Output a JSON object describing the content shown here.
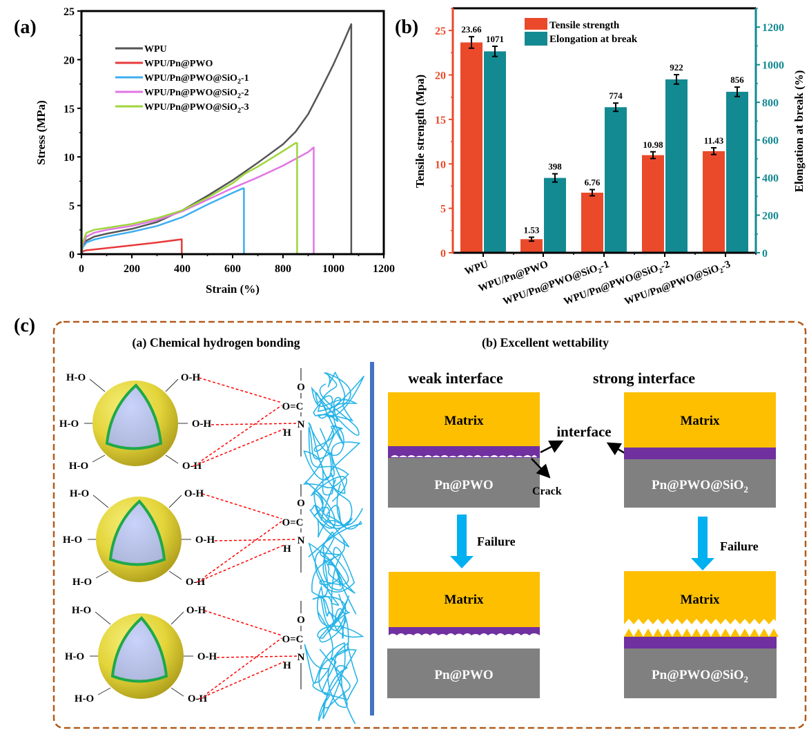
{
  "panel_labels": {
    "a": "(a)",
    "b": "(b)",
    "c": "(c)"
  },
  "chart_data": [
    {
      "id": "a",
      "type": "line",
      "title": "",
      "xlabel": "Strain (%)",
      "ylabel": "Stress (MPa)",
      "xlim": [
        0,
        1200
      ],
      "ylim": [
        0,
        25
      ],
      "xticks": [
        0,
        200,
        400,
        600,
        800,
        1000,
        1200
      ],
      "yticks": [
        0,
        5,
        10,
        15,
        20,
        25
      ],
      "grid": false,
      "legend_position": "top-left",
      "series": [
        {
          "name": "WPU",
          "label_main": "WPU",
          "label_sub": "",
          "label_tail": "",
          "color": "#555555",
          "x": [
            0,
            5,
            20,
            50,
            100,
            200,
            300,
            400,
            500,
            600,
            700,
            800,
            850,
            900,
            950,
            1000,
            1040,
            1071,
            1071
          ],
          "y": [
            0,
            0.8,
            1.4,
            1.8,
            2.1,
            2.6,
            3.3,
            4.5,
            6.0,
            7.6,
            9.4,
            11.3,
            12.6,
            14.4,
            16.9,
            19.5,
            21.8,
            23.66,
            0
          ]
        },
        {
          "name": "WPU/Pn@PWO",
          "label_main": "WPU/Pn@PWO",
          "label_sub": "",
          "label_tail": "",
          "color": "#e8393a",
          "x": [
            0,
            5,
            20,
            100,
            200,
            300,
            398,
            398
          ],
          "y": [
            0,
            0.3,
            0.4,
            0.62,
            0.9,
            1.2,
            1.53,
            0
          ]
        },
        {
          "name": "WPU/Pn@PWO@SiO2-1",
          "label_main": "WPU/Pn@PWO@SiO",
          "label_sub": "2",
          "label_tail": "-1",
          "color": "#3eaeef",
          "x": [
            0,
            5,
            20,
            50,
            100,
            200,
            300,
            400,
            500,
            600,
            640,
            645,
            645
          ],
          "y": [
            0,
            0.7,
            1.2,
            1.5,
            1.8,
            2.3,
            2.9,
            3.8,
            5.1,
            6.3,
            6.76,
            6.76,
            0
          ]
        },
        {
          "name": "WPU/Pn@PWO@SiO2-2",
          "label_main": "WPU/Pn@PWO@SiO",
          "label_sub": "2",
          "label_tail": "-2",
          "color": "#e274e6",
          "x": [
            0,
            5,
            20,
            50,
            100,
            200,
            300,
            400,
            500,
            600,
            700,
            800,
            850,
            900,
            922,
            922
          ],
          "y": [
            0,
            1.0,
            1.8,
            2.2,
            2.5,
            2.9,
            3.5,
            4.4,
            5.6,
            6.8,
            7.9,
            9.1,
            9.8,
            10.5,
            10.98,
            0
          ]
        },
        {
          "name": "WPU/Pn@PWO@SiO2-3",
          "label_main": "WPU/Pn@PWO@SiO",
          "label_sub": "2",
          "label_tail": "-3",
          "color": "#9dd63b",
          "x": [
            0,
            5,
            20,
            50,
            100,
            200,
            300,
            400,
            500,
            600,
            650,
            700,
            800,
            850,
            856,
            856
          ],
          "y": [
            0,
            1.2,
            2.2,
            2.5,
            2.7,
            3.1,
            3.7,
            4.5,
            5.8,
            7.3,
            8.3,
            9.0,
            10.6,
            11.43,
            11.43,
            0
          ]
        }
      ]
    },
    {
      "id": "b",
      "type": "bar",
      "title": "",
      "xlabel": "",
      "ylabel": "Tensile strength (Mpa)",
      "y2label": "Elongation at break (%)",
      "ylim": [
        0,
        27.5
      ],
      "y2lim": [
        0,
        1300
      ],
      "yticks": [
        0,
        5,
        10,
        15,
        20,
        25
      ],
      "y2ticks": [
        0,
        200,
        400,
        600,
        800,
        1000,
        1200
      ],
      "legend_position": "top-center",
      "categories": [
        {
          "main": "WPU",
          "sub": "",
          "tail": ""
        },
        {
          "main": "WPU/Pn@PWO",
          "sub": "",
          "tail": ""
        },
        {
          "main": "WPU/Pn@PWO@SiO",
          "sub": "2",
          "tail": "-1"
        },
        {
          "main": "WPU/Pn@PWO@SiO",
          "sub": "2",
          "tail": "-2"
        },
        {
          "main": "WPU/Pn@PWO@SiO",
          "sub": "2",
          "tail": "-3"
        }
      ],
      "series": [
        {
          "name": "Tensile strength",
          "axis": "left",
          "color": "#ea4a2a",
          "values": [
            23.66,
            1.53,
            6.76,
            10.98,
            11.43
          ],
          "labels": [
            "23.66",
            "1.53",
            "6.76",
            "10.98",
            "11.43"
          ],
          "errors": [
            0.65,
            0.22,
            0.35,
            0.38,
            0.38
          ]
        },
        {
          "name": "Elongation at break",
          "axis": "right",
          "color": "#138a92",
          "values": [
            1071,
            398,
            774,
            922,
            856
          ],
          "labels": [
            "1071",
            "398",
            "774",
            "922",
            "856"
          ],
          "errors": [
            27,
            22,
            22,
            25,
            25
          ]
        }
      ],
      "left_axis_color": "#ea4a2a",
      "right_axis_color": "#138a92"
    }
  ],
  "schematic": {
    "left_title": "(a) Chemical hydrogen bonding",
    "right_title": "(b) Excellent wettability",
    "hydroxyl_left": "H-O",
    "hydroxyl_right": "O-H",
    "carbonyl": "O=C",
    "oxygen": "O",
    "nitrogen": "N",
    "hydrogen": "H",
    "weak_title": "weak interface",
    "strong_title": "strong interface",
    "matrix": "Matrix",
    "interface": "interface",
    "crack": "Crack",
    "failure": "Failure",
    "filler_weak": "Pn@PWO",
    "filler_strong_main": "Pn@PWO@SiO",
    "filler_strong_sub": "2",
    "colors": {
      "matrix": "#fdbf00",
      "interlayer": "#7030a0",
      "filler": "#808080",
      "arrow": "#00b0f0",
      "border": "#b35a1a",
      "divider": "#4472c4",
      "polymer": "#27b4e8",
      "hbond": "#ff0000",
      "shell": "#e6d83a",
      "core": "#b9c6f3",
      "core_edge": "#1fa84a"
    }
  }
}
